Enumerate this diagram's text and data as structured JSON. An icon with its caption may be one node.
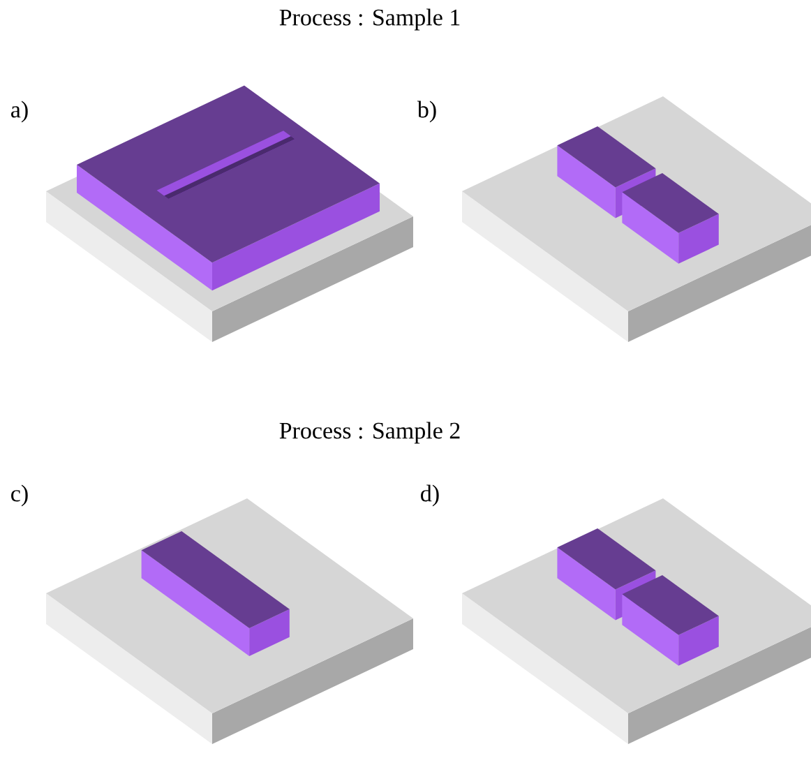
{
  "diagram": {
    "labels": [
      "Process :  Sample 1",
      "a)",
      "b)",
      "Process :  Sample 2",
      "c)",
      "d)"
    ]
  }
}
